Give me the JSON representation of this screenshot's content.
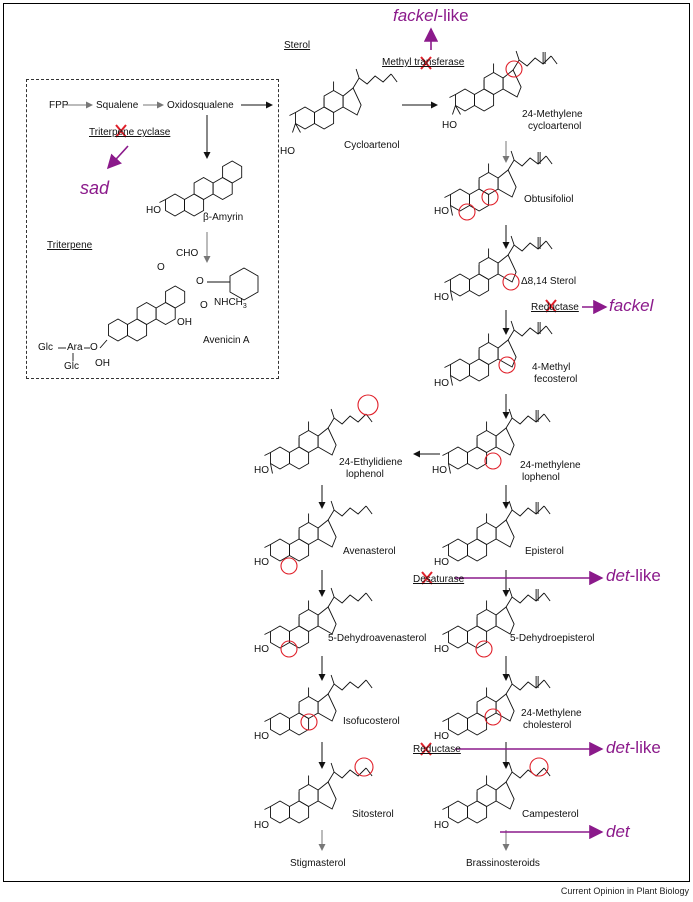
{
  "labels": {
    "sterol": "Sterol",
    "triterpene": "Triterpene",
    "fpp": "FPP",
    "squalene": "Squalene",
    "oxidosqualene": "Oxidosqualene",
    "triterpene_cyclase": "Triterpene cyclase",
    "beta_amyrin": "β-Amyrin",
    "avenicin": "Avenicin A",
    "cycloartenol": "Cycloartenol",
    "methyl_transferase": "Methyl transferase",
    "methylene_cycloartenol_1": "24-Methylene",
    "methylene_cycloartenol_2": "cycloartenol",
    "obtusifoliol": "Obtusifoliol",
    "d814_sterol": "Δ8,14 Sterol",
    "reductase": "Reductase",
    "methyl_fecosterol_1": "4-Methyl",
    "methyl_fecosterol_2": "fecosterol",
    "methylene_lophenol_1": "24-methylene",
    "methylene_lophenol_2": "lophenol",
    "ethylidiene_lophenol_1": "24-Ethylidiene",
    "ethylidiene_lophenol_2": "lophenol",
    "avenasterol": "Avenasterol",
    "episterol": "Episterol",
    "desaturase": "Desaturase",
    "dehydroavenasterol": "5-Dehydroavenasterol",
    "dehydroepisterol": "5-Dehydroepisterol",
    "isofucosterol": "Isofucosterol",
    "methylene_cholesterol_1": "24-Methylene",
    "methylene_cholesterol_2": "cholesterol",
    "reductase2": "Reductase",
    "sitosterol": "Sitosterol",
    "campesterol": "Campesterol",
    "stigmasterol": "Stigmasterol",
    "brassinosteroids": "Brassinosteroids",
    "ho": "HO",
    "oh": "OH",
    "cho": "CHO",
    "glc": "Glc",
    "ara": "Ara",
    "o": "O",
    "nhch3": "NHCH",
    "sub3": "3"
  },
  "mutants": {
    "fackel_like": "fackel",
    "like_suffix": "-like",
    "sad": "sad",
    "fackel": "fackel",
    "det_like_1": "det",
    "det_like_2": "det",
    "det": "det"
  },
  "credit": "Current Opinion in Plant Biology",
  "colors": {
    "mutant": "#8b1a8b",
    "cross": "#e0202a",
    "circle": "#e0202a",
    "arrow": "#111111",
    "grey_arrow": "#777777"
  }
}
